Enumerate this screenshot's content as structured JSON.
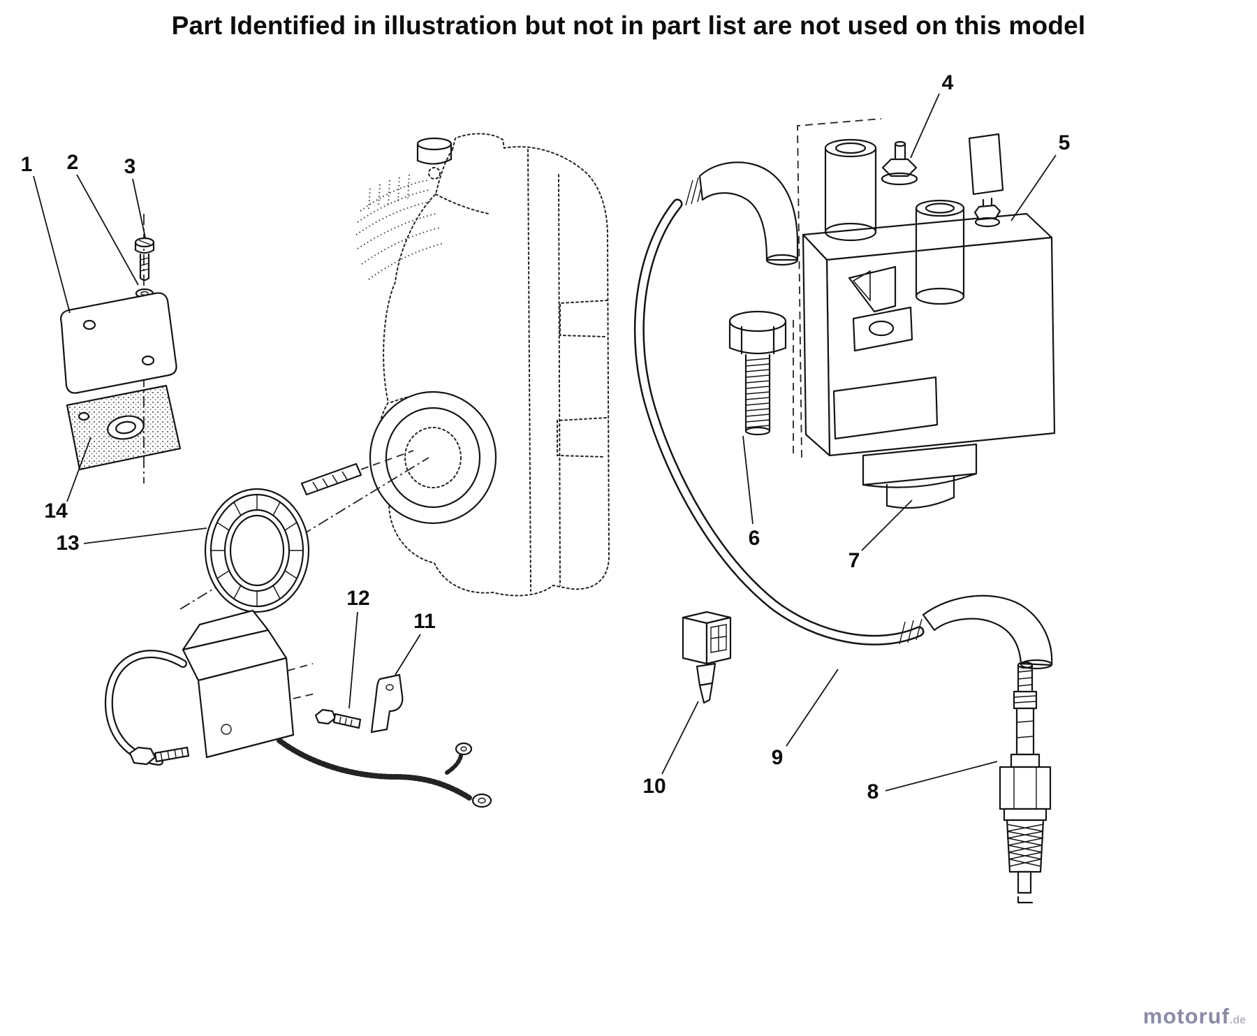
{
  "page": {
    "title": "Part Identified in illustration but not in part list are not used on this model",
    "background_color": "#ffffff",
    "line_color": "#141414"
  },
  "watermark": {
    "brand": "motoruf",
    "tld": ".de",
    "brand_color": "#8a8aa8",
    "tld_color": "#b5b5bd"
  },
  "diagram": {
    "type": "exploded-parts-diagram",
    "callouts": [
      {
        "id": "1"
      },
      {
        "id": "2"
      },
      {
        "id": "3"
      },
      {
        "id": "4"
      },
      {
        "id": "5"
      },
      {
        "id": "6"
      },
      {
        "id": "7"
      },
      {
        "id": "8"
      },
      {
        "id": "9"
      },
      {
        "id": "10"
      },
      {
        "id": "11"
      },
      {
        "id": "12"
      },
      {
        "id": "13"
      },
      {
        "id": "14"
      }
    ]
  }
}
